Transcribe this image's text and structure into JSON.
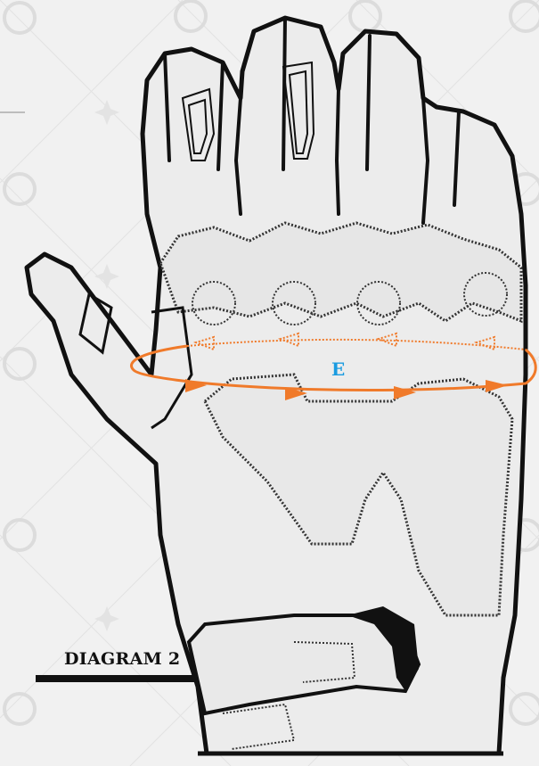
{
  "diagram": {
    "caption": "DIAGRAM 2",
    "measurement_label": "E",
    "subject": "glove-palm-view"
  },
  "colors": {
    "background": "#f1f1f1",
    "glove_fill": "#ececec",
    "outline": "#111111",
    "measure_line": "#f07a2a",
    "label": "#1a9be0",
    "watermark": "#e0e0e0"
  }
}
